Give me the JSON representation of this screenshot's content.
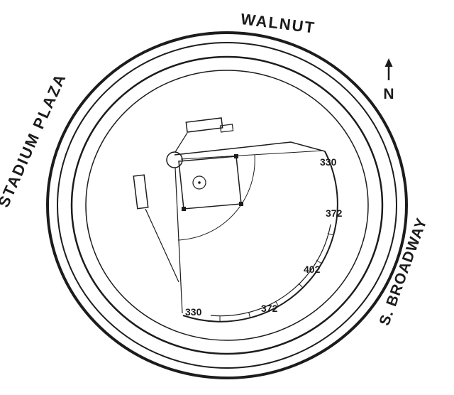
{
  "diagram": {
    "type": "stadium-site-map",
    "streets": {
      "top": "WALNUT",
      "left": "STADIUM PLAZA",
      "right": "S. BROADWAY"
    },
    "compass": {
      "north_label": "N"
    },
    "field_distances": {
      "right_field_line": "330",
      "right_center": "372",
      "center_field": "402",
      "left_center": "372",
      "left_field_line": "330"
    },
    "colors": {
      "line": "#1c1c1c",
      "background": "#ffffff"
    }
  }
}
